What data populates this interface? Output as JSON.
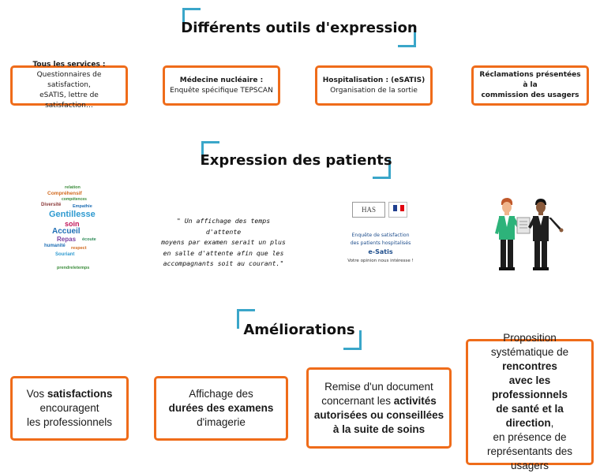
{
  "sections": {
    "tools_title": "Différents outils d'expression",
    "patients_title": "Expression des patients",
    "improvements_title": "Améliorations"
  },
  "tools": [
    {
      "title": "Tous les services :",
      "text1": "Questionnaires de satisfaction,",
      "text2": "eSATIS, lettre de satisfaction…"
    },
    {
      "title": "Médecine nucléaire :",
      "text1": "Enquête spécifique TEPSCAN",
      "text2": ""
    },
    {
      "title": "Hospitalisation : (eSATIS)",
      "text1": "Organisation de la sortie",
      "text2": ""
    },
    {
      "title": "Réclamations présentées à la",
      "text1": "commission des usagers",
      "text2": ""
    }
  ],
  "quote": {
    "l1": "\" Un affichage des temps d'attente",
    "l2": "moyens par examen serait un plus",
    "l3": "en salle d'attente afin que les",
    "l4": "accompagnants soit au courant.\""
  },
  "wordcloud": [
    {
      "word": "relation",
      "color": "#3c8d3c"
    },
    {
      "word": "Compréhensif",
      "color": "#d2691e"
    },
    {
      "word": "compétences",
      "color": "#3c8d3c"
    },
    {
      "word": "Diversité",
      "color": "#8b3a3a"
    },
    {
      "word": "Empathie",
      "color": "#1f6fb5"
    },
    {
      "word": "Gentillesse",
      "color": "#2e9ad0"
    },
    {
      "word": "soin",
      "color": "#c2185b"
    },
    {
      "word": "Accueil",
      "color": "#1f6fb5"
    },
    {
      "word": "Repas",
      "color": "#7b3fa0"
    },
    {
      "word": "écoute",
      "color": "#2e8b57"
    },
    {
      "word": "humanité",
      "color": "#1f6fb5"
    },
    {
      "word": "respect",
      "color": "#d2691e"
    },
    {
      "word": "Souriant",
      "color": "#2e9ad0"
    },
    {
      "word": "prendreletemps",
      "color": "#3c8d3c"
    }
  ],
  "esatis": {
    "has_logo": "HAS",
    "line1": "Enquête de satisfaction",
    "line2": "des patients hospitalisés",
    "line3": "e-Satis",
    "line4": "Votre opinion nous intéresse !"
  },
  "improvements": [
    {
      "pre": "Vos ",
      "bold": "satisfactions",
      "post1": "encouragent",
      "post2": "les professionnels"
    },
    {
      "pre": "Affichage des",
      "bold": "durées des examens",
      "post1": "d'imagerie",
      "post2": ""
    },
    {
      "pre": "Remise d'un document",
      "mid": "concernant les ",
      "bold1": "activités",
      "bold2": "autorisées ou conseillées",
      "bold3": "à la suite de soins"
    },
    {
      "l1": "Proposition",
      "l2": "systématique de",
      "bold1": "rencontres",
      "bold2": "avec les professionnels",
      "bold3": "de santé et la direction",
      "post": ",",
      "l3": "en présence de",
      "l4": "représentants des",
      "l5": "usagers"
    }
  ],
  "colors": {
    "accent": "#ef6c1a",
    "bracket": "#3aa6c9"
  }
}
